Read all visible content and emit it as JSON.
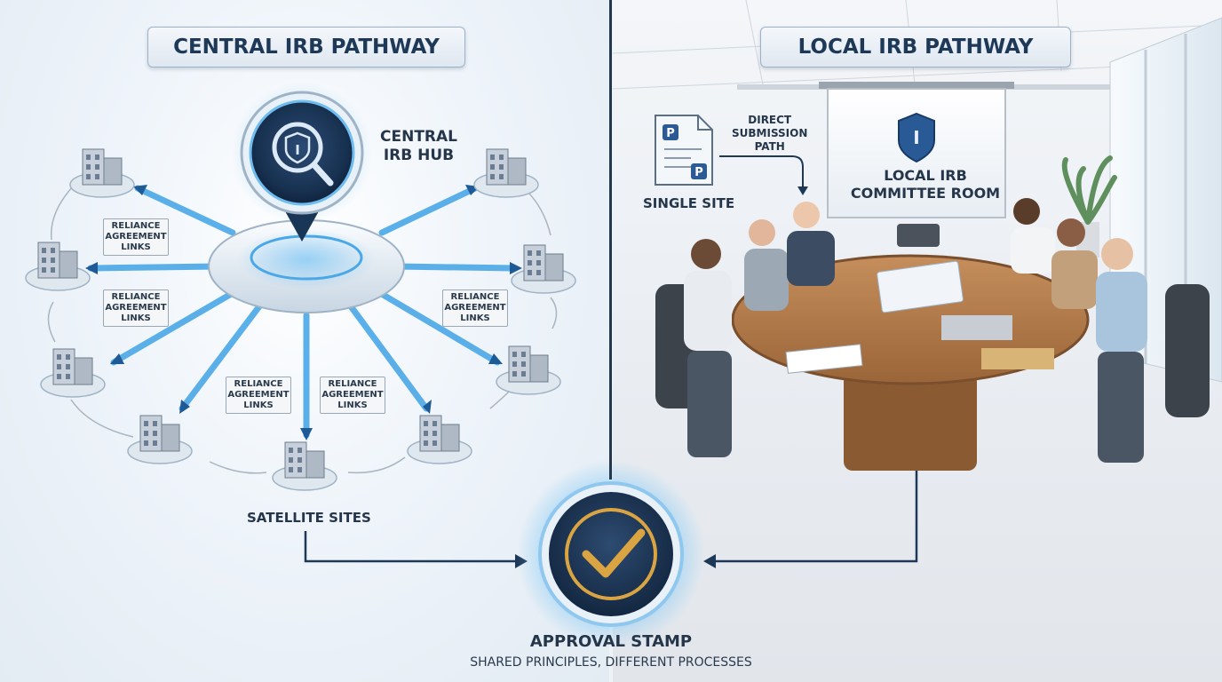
{
  "left_panel": {
    "title": "CENTRAL IRB PATHWAY",
    "hub_label_line1": "CENTRAL",
    "hub_label_line2": "IRB HUB",
    "satellite_label": "SATELLITE SITES",
    "reliance_label": [
      "RELIANCE",
      "AGREEMENT",
      "LINKS"
    ]
  },
  "right_panel": {
    "title": "LOCAL IRB PATHWAY",
    "submission_label": [
      "DIRECT",
      "SUBMISSION",
      "PATH"
    ],
    "single_site_label": "SINGLE SITE",
    "screen_label_line1": "LOCAL IRB",
    "screen_label_line2": "COMMITTEE ROOM"
  },
  "bottom": {
    "stamp_label": "APPROVAL STAMP",
    "stamp_subtitle": "SHARED PRINCIPLES, DIFFERENT PROCESSES"
  },
  "icons": {
    "hub": "shield-magnifier-icon",
    "site": "building-icon",
    "document": "document-p-icon",
    "screen_shield": "shield-icon",
    "stamp": "checkmark-icon"
  },
  "colors": {
    "navy": "#1e3858",
    "glow_blue": "#4aa8e8",
    "gold": "#d9a441",
    "table_wood": "#b07a4c"
  }
}
